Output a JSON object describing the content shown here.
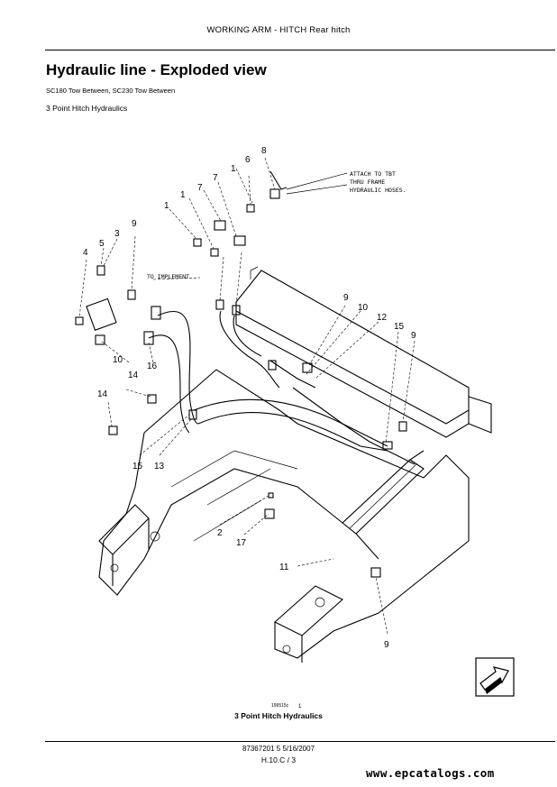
{
  "header": {
    "running_title": "WORKING ARM - HITCH Rear hitch"
  },
  "page": {
    "title": "Hydraulic line - Exploded view",
    "models": "SC180 Tow Between, SC230 Tow Between",
    "section": "3 Point Hitch Hydraulics"
  },
  "figure": {
    "annotation_attach": [
      "ATTACH TO TBT",
      "THRU FRAME",
      "HYDRAULIC HOSES."
    ],
    "annotation_implement": "TO IMPLEMENT",
    "figure_number": "199515c",
    "figure_sheet": "1",
    "caption": "3 Point Hitch Hydraulics",
    "callouts": [
      "8",
      "6",
      "1",
      "7",
      "1",
      "7",
      "1",
      "9",
      "3",
      "5",
      "4",
      "9",
      "10",
      "12",
      "15",
      "9",
      "14",
      "16",
      "10",
      "14",
      "15",
      "13",
      "2",
      "17",
      "11",
      "9"
    ]
  },
  "footer": {
    "doc_info": "87367201 5 5/16/2007",
    "page_code": "H.10.C / 3",
    "website": "www.epcatalogs.com"
  }
}
